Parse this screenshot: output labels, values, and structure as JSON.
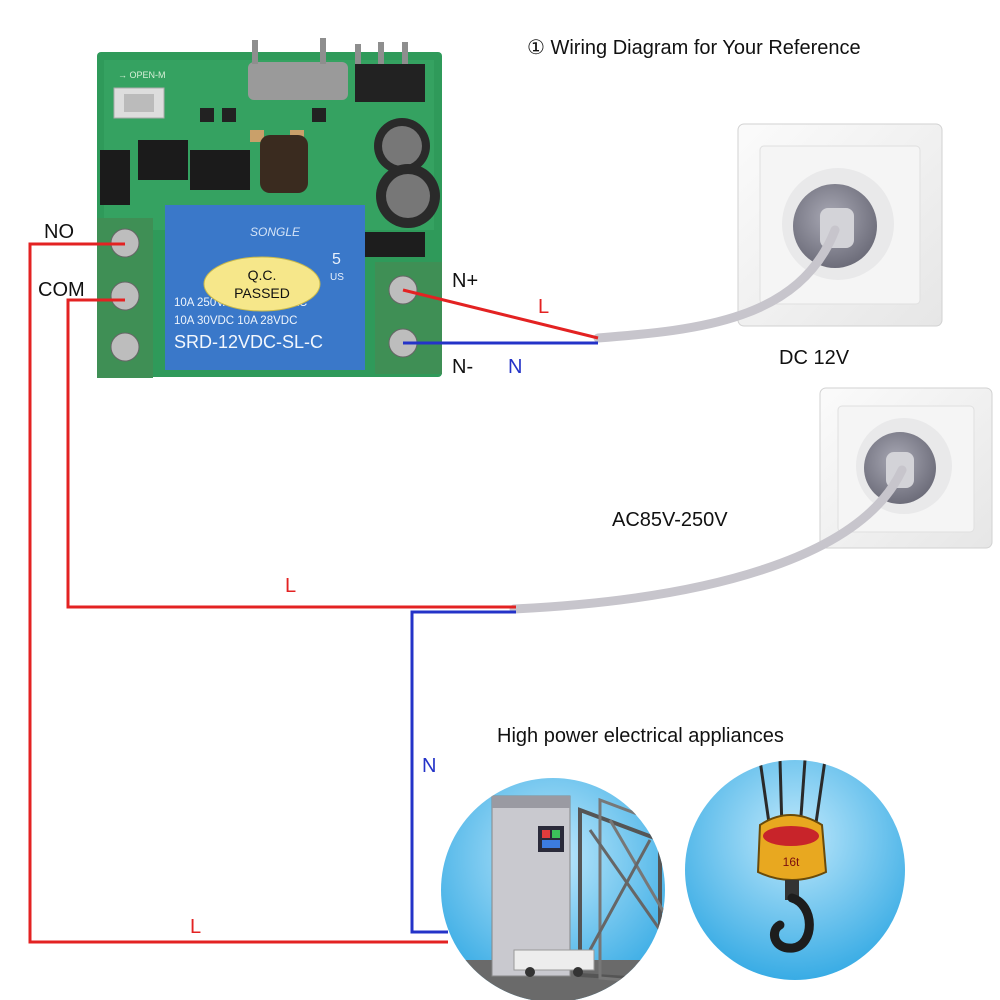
{
  "title": "① Wiring Diagram for Your Reference",
  "relay_module": {
    "brand": "SONGLE",
    "qc_line1": "Q.C.",
    "qc_line2": "PASSED",
    "spec_line1": "10A 250VAC 10A 125VAC",
    "spec_line2": "10A 30VDC 10A 28VDC",
    "model": "SRD-12VDC-SL-C",
    "relay_number": "5",
    "relay_suffix": "US"
  },
  "terminals": {
    "no": "NO",
    "com": "COM",
    "n_plus": "N+",
    "n_minus": "N-"
  },
  "wire_labels": {
    "dc_l": "L",
    "dc_n": "N",
    "ac_l": "L",
    "ac_n": "N",
    "load_l": "L"
  },
  "sources": {
    "dc": "DC 12V",
    "ac": "AC85V-250V"
  },
  "appliances": {
    "caption": "High power electrical appliances",
    "hook_label": "16t"
  },
  "colors": {
    "live": "#e32222",
    "neutral": "#2433c8",
    "cable": "#c7c5cc",
    "pcb": "#2f9a5a",
    "relay": "#3a78c9",
    "terminal": "#3f8f55",
    "sky": "#35aee8"
  }
}
